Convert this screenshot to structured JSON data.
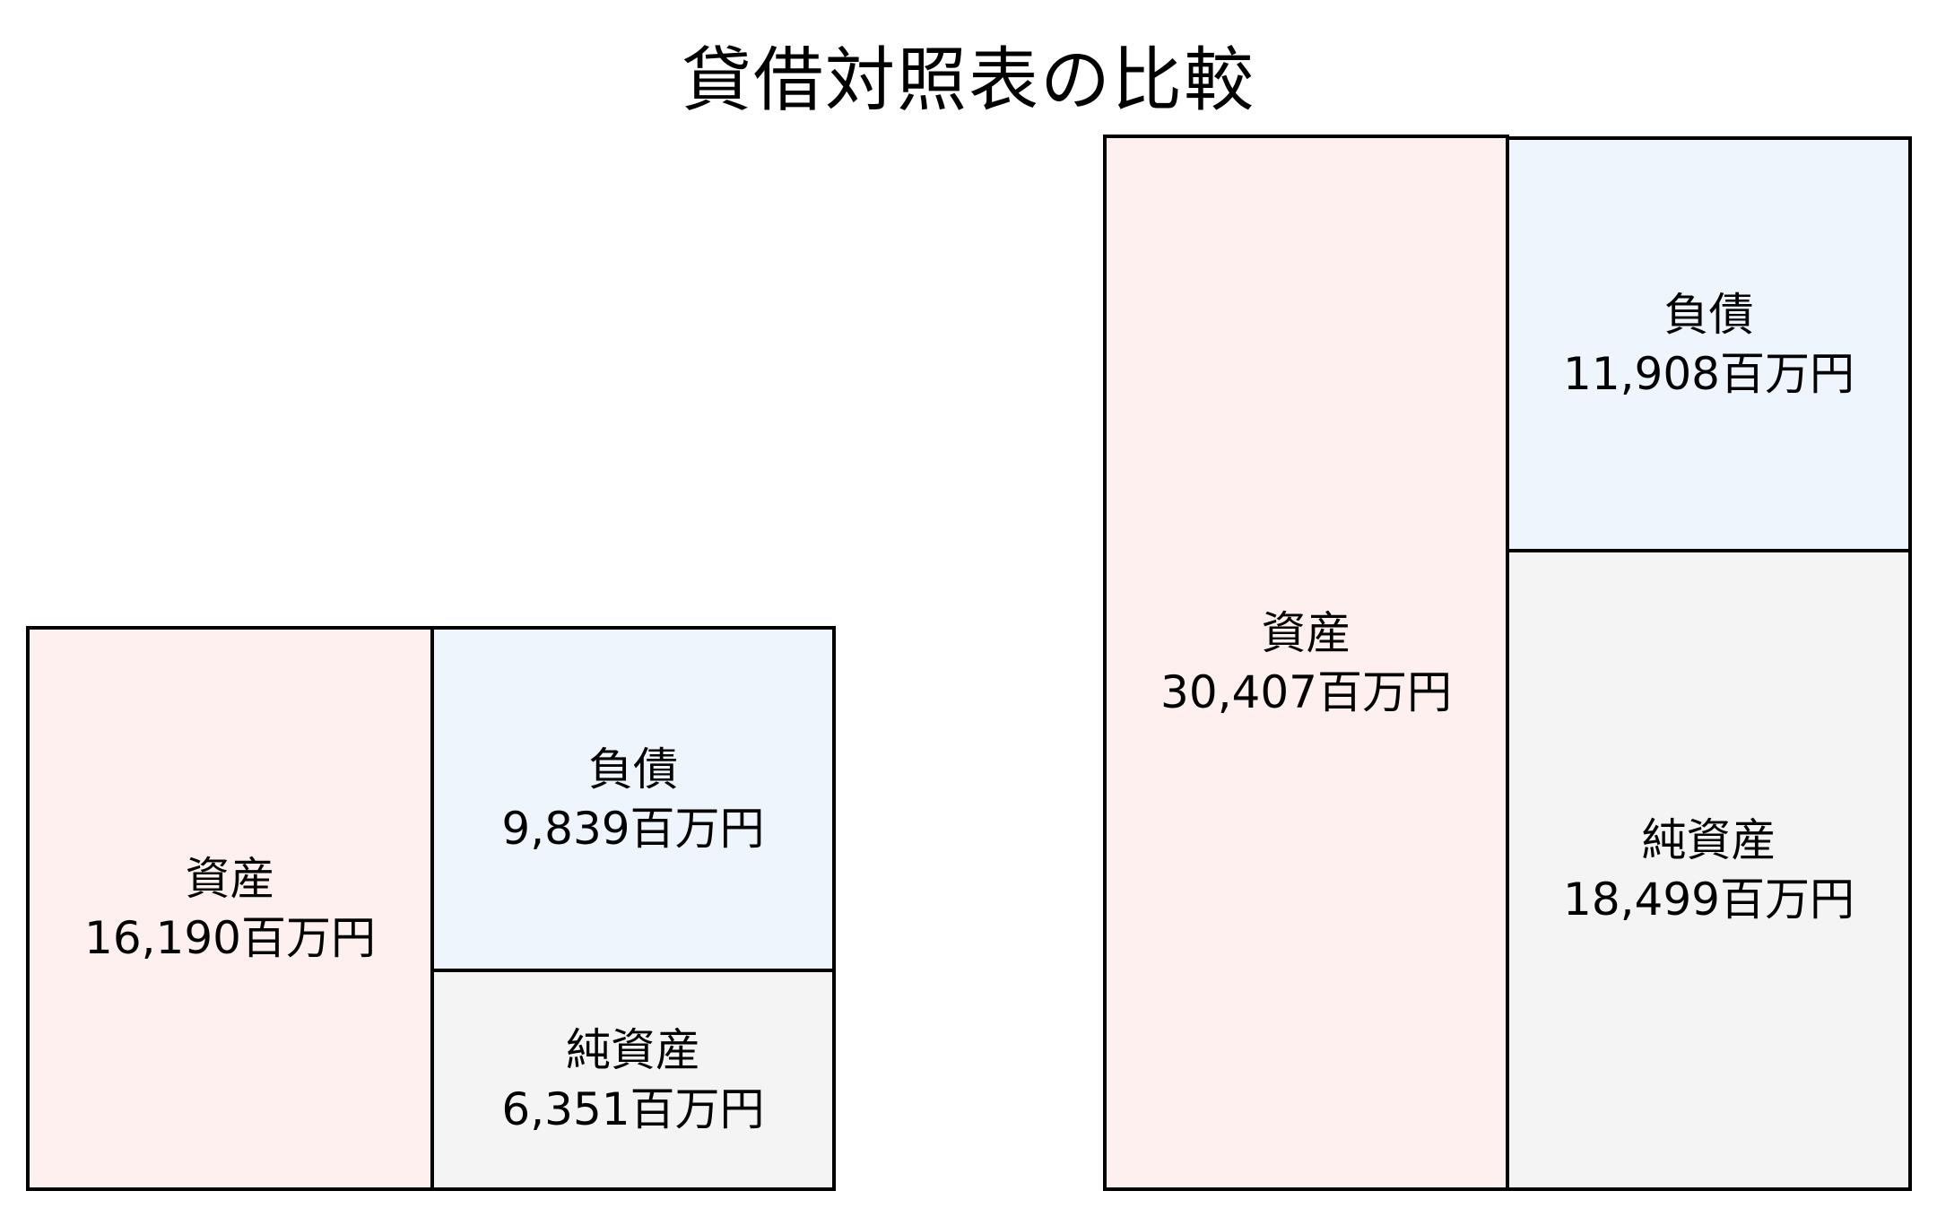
{
  "title": "貸借対照表の比較",
  "colors": {
    "assets": "#fdf0ef",
    "liabilities": "#eef5fd",
    "equity": "#f4f4f4",
    "border": "#000000"
  },
  "left": {
    "assets": {
      "label": "資産",
      "value": "16,190百万円"
    },
    "liabilities": {
      "label": "負債",
      "value": "9,839百万円"
    },
    "equity": {
      "label": "純資産",
      "value": "6,351百万円"
    }
  },
  "right": {
    "assets": {
      "label": "資産",
      "value": "30,407百万円"
    },
    "liabilities": {
      "label": "負債",
      "value": "11,908百万円"
    },
    "equity": {
      "label": "純資産",
      "value": "18,499百万円"
    }
  },
  "chart_data": {
    "type": "table",
    "title": "貸借対照表の比較",
    "unit": "百万円",
    "categories": [
      "資産",
      "負債",
      "純資産"
    ],
    "series": [
      {
        "name": "left",
        "values": [
          16190,
          9839,
          6351
        ]
      },
      {
        "name": "right",
        "values": [
          30407,
          11908,
          18499
        ]
      }
    ]
  }
}
